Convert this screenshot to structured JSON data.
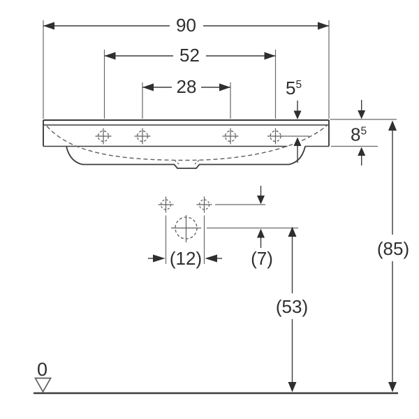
{
  "drawing": {
    "kind": "washbasin-front-elevation-dimension-drawing",
    "dimensions": {
      "overall_width": "90",
      "taphole_spacing_outer": "52",
      "taphole_spacing_inner": "28",
      "taphole_setback": {
        "base": "5",
        "sup": "5"
      },
      "apron_height": {
        "base": "8",
        "sup": "5"
      },
      "fixing_hole_spacing": "(12)",
      "outlet_vertical_offset": "(7)",
      "outlet_height": "(53)",
      "rim_height": "(85)",
      "datum_level": "0"
    },
    "icons": {
      "taphole": "dashed circle with centerline cross",
      "fixing_hole": "small dashed circle with centerline cross",
      "drain_outlet": "large dashed circle with centerline cross",
      "datum": "open triangle on ground line"
    },
    "colors": {
      "outline": "#3c3c3c",
      "thin_line": "#5e5e5e",
      "extension_line": "#686868",
      "arrow": "#2f2f2f",
      "text": "#2f2f2f",
      "background": "#ffffff"
    }
  }
}
